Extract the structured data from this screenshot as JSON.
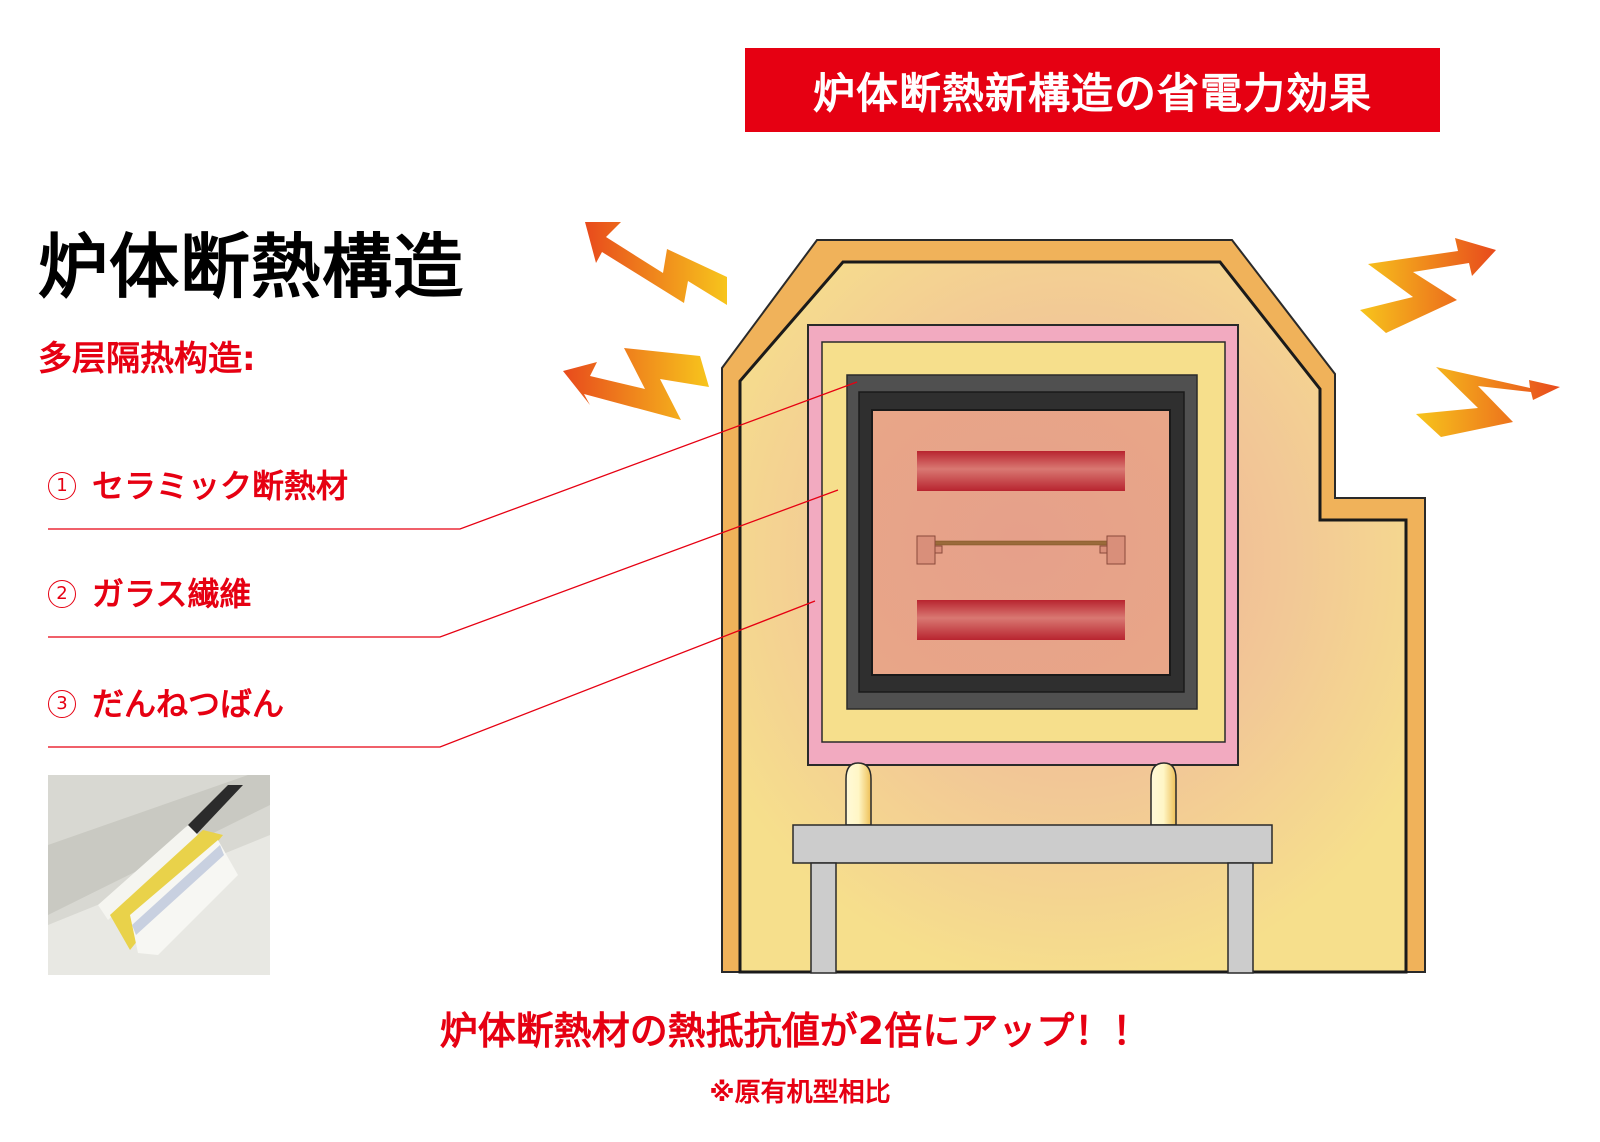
{
  "banner": {
    "title": "炉体断熱新構造の省電力効果",
    "background_color": "#e60012",
    "text_color": "#ffffff"
  },
  "left_panel": {
    "title": "炉体断熱構造",
    "subtitle": "多层隔热构造:",
    "layers": [
      {
        "number": "1",
        "label": "セラミック断熱材"
      },
      {
        "number": "2",
        "label": "ガラス繊維"
      },
      {
        "number": "3",
        "label": "だんねつばん"
      }
    ],
    "photo": {
      "description": "insulation-sample-photo"
    }
  },
  "diagram": {
    "type": "furnace-cross-section",
    "colors": {
      "outer_shell": "#f0b25a",
      "insulation_fill": "#f5df8c",
      "hot_glow": "#efb49a",
      "pink_layer": "#f2aac0",
      "dark_layer": "#505050",
      "darker_layer": "#2f2f2f",
      "chamber": "#e6a08a",
      "heater": "#c8283a",
      "support": "#cccccc",
      "leader_line": "#e60012"
    },
    "heat_arrows": [
      {
        "position": "top-left-upper",
        "direction": "left-up"
      },
      {
        "position": "top-left-lower",
        "direction": "left"
      },
      {
        "position": "top-right-upper",
        "direction": "right-up"
      },
      {
        "position": "top-right-lower",
        "direction": "right"
      }
    ]
  },
  "footer": {
    "main": "炉体断熱材の熱抵抗値が2倍にアップ！！",
    "note": "※原有机型相比",
    "color": "#e60012"
  }
}
